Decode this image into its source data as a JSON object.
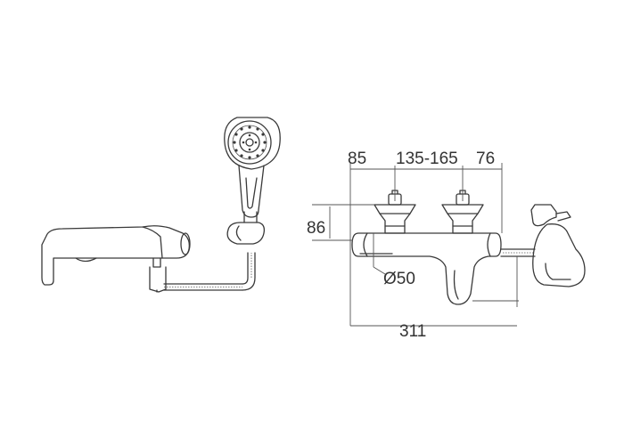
{
  "dimensions": {
    "left_offset": "85",
    "spacing": "135-165",
    "right_offset": "76",
    "height": "86",
    "diameter": "Ø50",
    "total_length": "311"
  }
}
